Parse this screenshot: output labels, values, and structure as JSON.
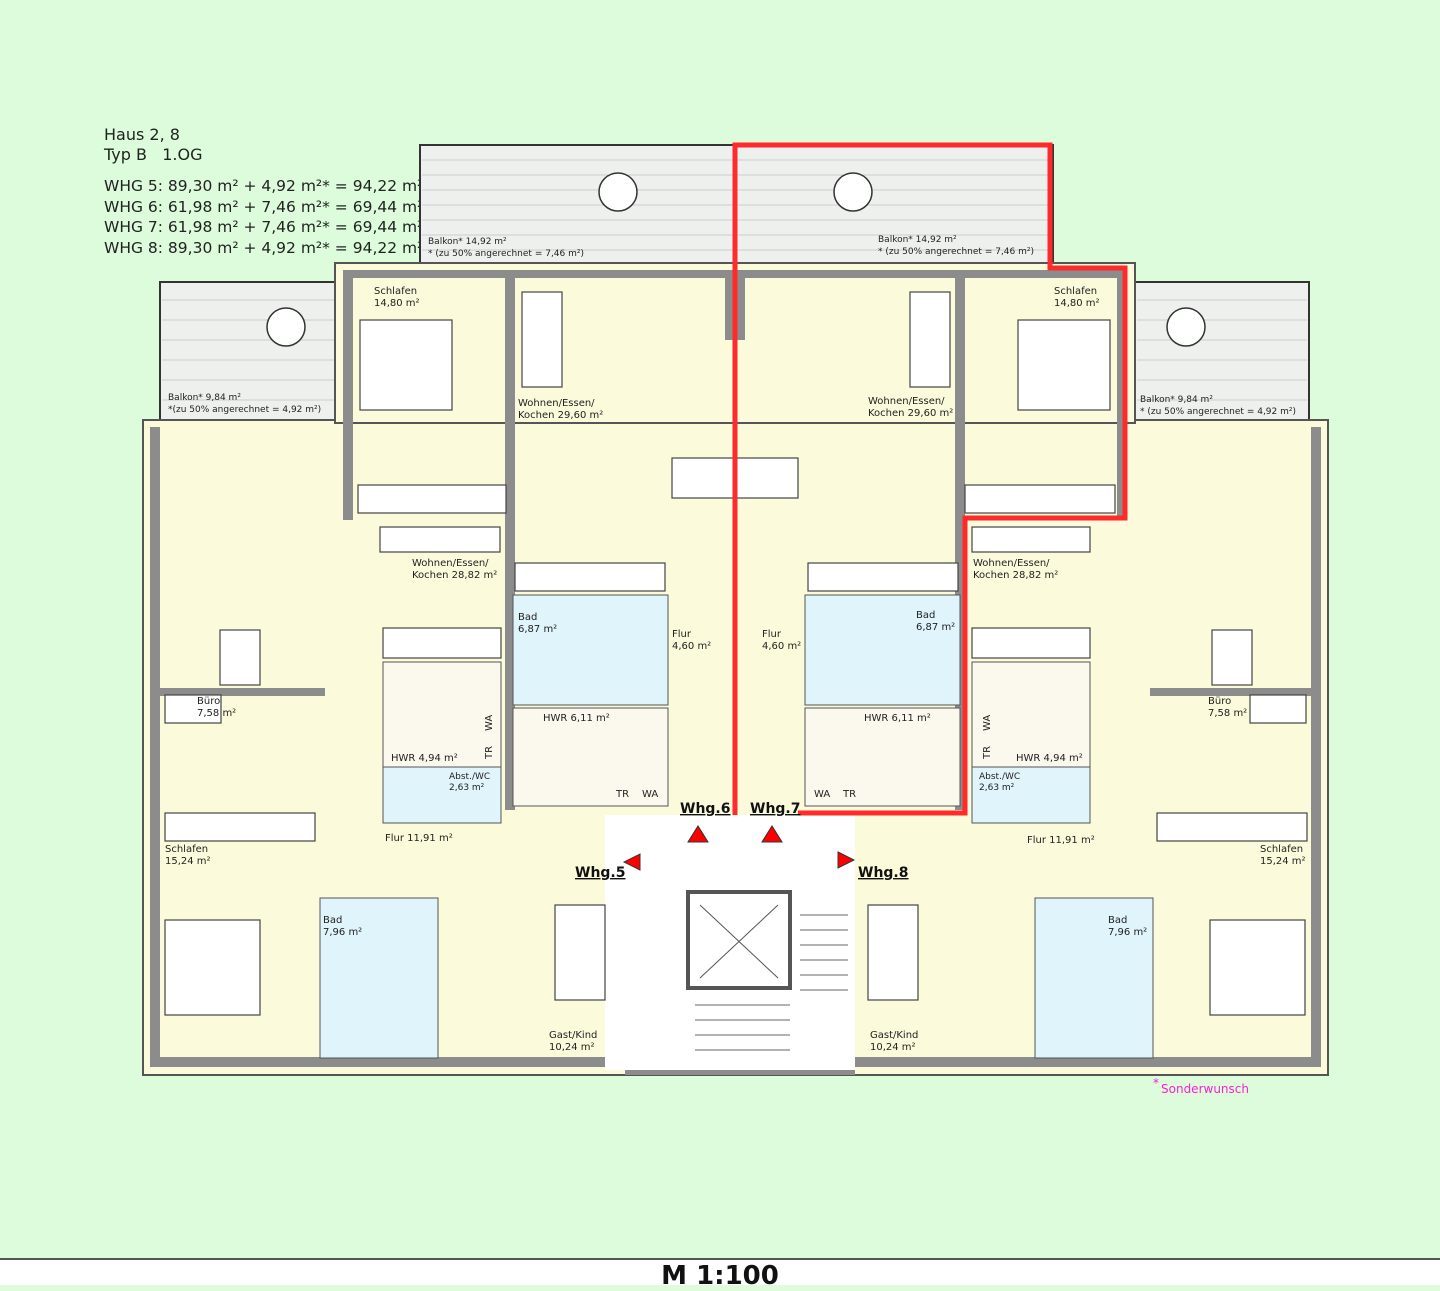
{
  "header": {
    "title_line1": "Haus 2, 8",
    "title_line2": "Typ B   1.OG",
    "areas": [
      "WHG 5: 89,30 m² + 4,92 m²* = 94,22 m²",
      "WHG 6: 61,98 m² + 7,46 m²* = 69,44 m²",
      "WHG 7: 61,98 m² + 7,46 m²* = 69,44 m²",
      "WHG 8: 89,30 m² + 4,92 m²* = 94,22 m²"
    ]
  },
  "colors": {
    "background": "#dcfcdc",
    "room": "#fbfbdc",
    "bath": "#e0f4fb",
    "utility": "#fbf8ee",
    "wall": "#8c8c8c",
    "highlight": "#ff2a2a",
    "note": "#ff1fd0"
  },
  "balconies": {
    "top_left": {
      "name": "Balkon* 14,92 m²",
      "note": "* (zu 50% angerechnet = 7,46 m²)"
    },
    "top_right": {
      "name": "Balkon* 14,92 m²",
      "note": "* (zu 50% angerechnet = 7,46 m²)"
    },
    "left": {
      "name": "Balkon* 9,84 m²",
      "note": "*(zu 50% angerechnet = 4,92 m²)"
    },
    "right": {
      "name": "Balkon* 9,84 m²",
      "note": "* (zu 50% angerechnet = 4,92 m²)"
    }
  },
  "whg6": {
    "schlafen": [
      "Schlafen",
      "14,80 m²"
    ],
    "wohnen": [
      "Wohnen/Essen/",
      "Kochen 29,60 m²"
    ],
    "bad": [
      "Bad",
      "6,87 m²"
    ],
    "flur": [
      "Flur",
      "4,60 m²"
    ],
    "hwr": "HWR 6,11 m²",
    "tr": "TR",
    "wa": "WA"
  },
  "whg7": {
    "schlafen": [
      "Schlafen",
      "14,80 m²"
    ],
    "wohnen": [
      "Wohnen/Essen/",
      "Kochen 29,60 m²"
    ],
    "bad": [
      "Bad",
      "6,87 m²"
    ],
    "flur": [
      "Flur",
      "4,60 m²"
    ],
    "hwr": "HWR 6,11 m²",
    "tr": "TR",
    "wa": "WA"
  },
  "whg5": {
    "wohnen": [
      "Wohnen/Essen/",
      "Kochen 28,82 m²"
    ],
    "buero": [
      "Büro",
      "7,58 m²"
    ],
    "hwr": "HWR 4,94 m²",
    "wc": [
      "Abst./WC",
      "2,63 m²"
    ],
    "flur": "Flur 11,91 m²",
    "schlafen": [
      "Schlafen",
      "15,24 m²"
    ],
    "bad": [
      "Bad",
      "7,96 m²"
    ],
    "gast": [
      "Gast/Kind",
      "10,24 m²"
    ],
    "wa": "WA",
    "tr": "TR"
  },
  "whg8": {
    "wohnen": [
      "Wohnen/Essen/",
      "Kochen 28,82 m²"
    ],
    "buero": [
      "Büro",
      "7,58 m²"
    ],
    "hwr": "HWR 4,94 m²",
    "wc": [
      "Abst./WC",
      "2,63 m²"
    ],
    "flur": "Flur 11,91 m²",
    "schlafen": [
      "Schlafen",
      "15,24 m²"
    ],
    "bad": [
      "Bad",
      "7,96 m²"
    ],
    "gast": [
      "Gast/Kind",
      "10,24 m²"
    ],
    "wa": "WA",
    "tr": "TR"
  },
  "entrances": {
    "whg5": "Whg.5",
    "whg6": "Whg.6",
    "whg7": "Whg.7",
    "whg8": "Whg.8"
  },
  "legend": {
    "star": "*",
    "text": "Sonderwunsch"
  },
  "footer": {
    "scale": "M 1:100"
  }
}
